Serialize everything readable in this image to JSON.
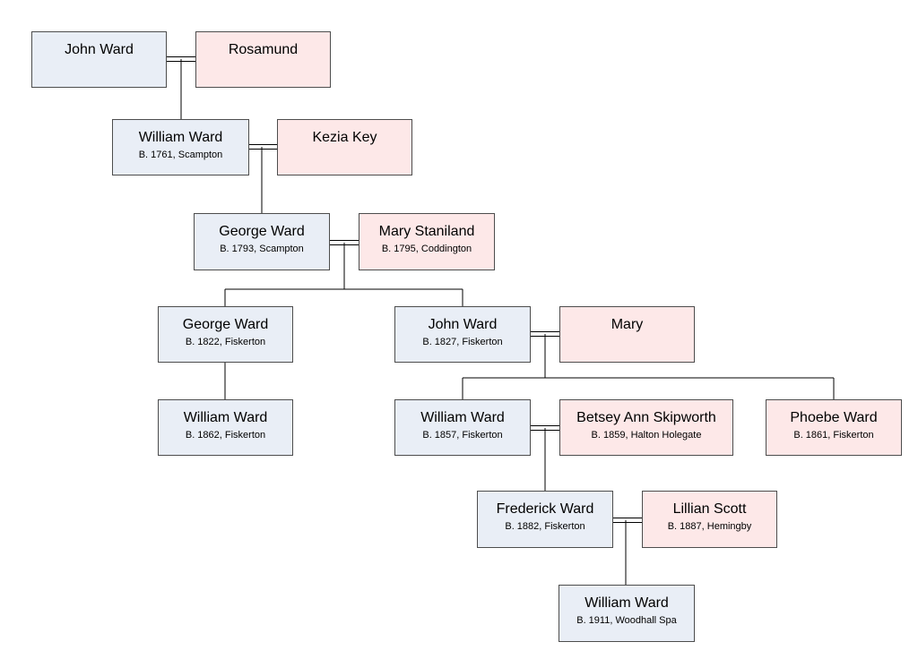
{
  "people": [
    {
      "name": "John Ward",
      "detail": ""
    },
    {
      "name": "Rosamund",
      "detail": ""
    },
    {
      "name": "William Ward",
      "detail": "B. 1761, Scampton"
    },
    {
      "name": "Kezia Key",
      "detail": ""
    },
    {
      "name": "George Ward",
      "detail": "B. 1793, Scampton"
    },
    {
      "name": "Mary Staniland",
      "detail": "B. 1795, Coddington"
    },
    {
      "name": "George Ward",
      "detail": "B. 1822, Fiskerton"
    },
    {
      "name": "John Ward",
      "detail": "B. 1827, Fiskerton"
    },
    {
      "name": "Mary",
      "detail": ""
    },
    {
      "name": "William Ward",
      "detail": "B. 1862, Fiskerton"
    },
    {
      "name": "William Ward",
      "detail": "B. 1857, Fiskerton"
    },
    {
      "name": "Betsey Ann Skipworth",
      "detail": "B. 1859, Halton Holegate"
    },
    {
      "name": "Phoebe Ward",
      "detail": "B. 1861, Fiskerton"
    },
    {
      "name": "Frederick Ward",
      "detail": "B. 1882, Fiskerton"
    },
    {
      "name": "Lillian Scott",
      "detail": "B. 1887, Hemingby"
    },
    {
      "name": "William Ward",
      "detail": "B. 1911, Woodhall Spa"
    }
  ],
  "colors": {
    "male_fill": "#e9eef6",
    "female_fill": "#fde8e8",
    "border": "#4d4d4d",
    "line": "#000000"
  }
}
